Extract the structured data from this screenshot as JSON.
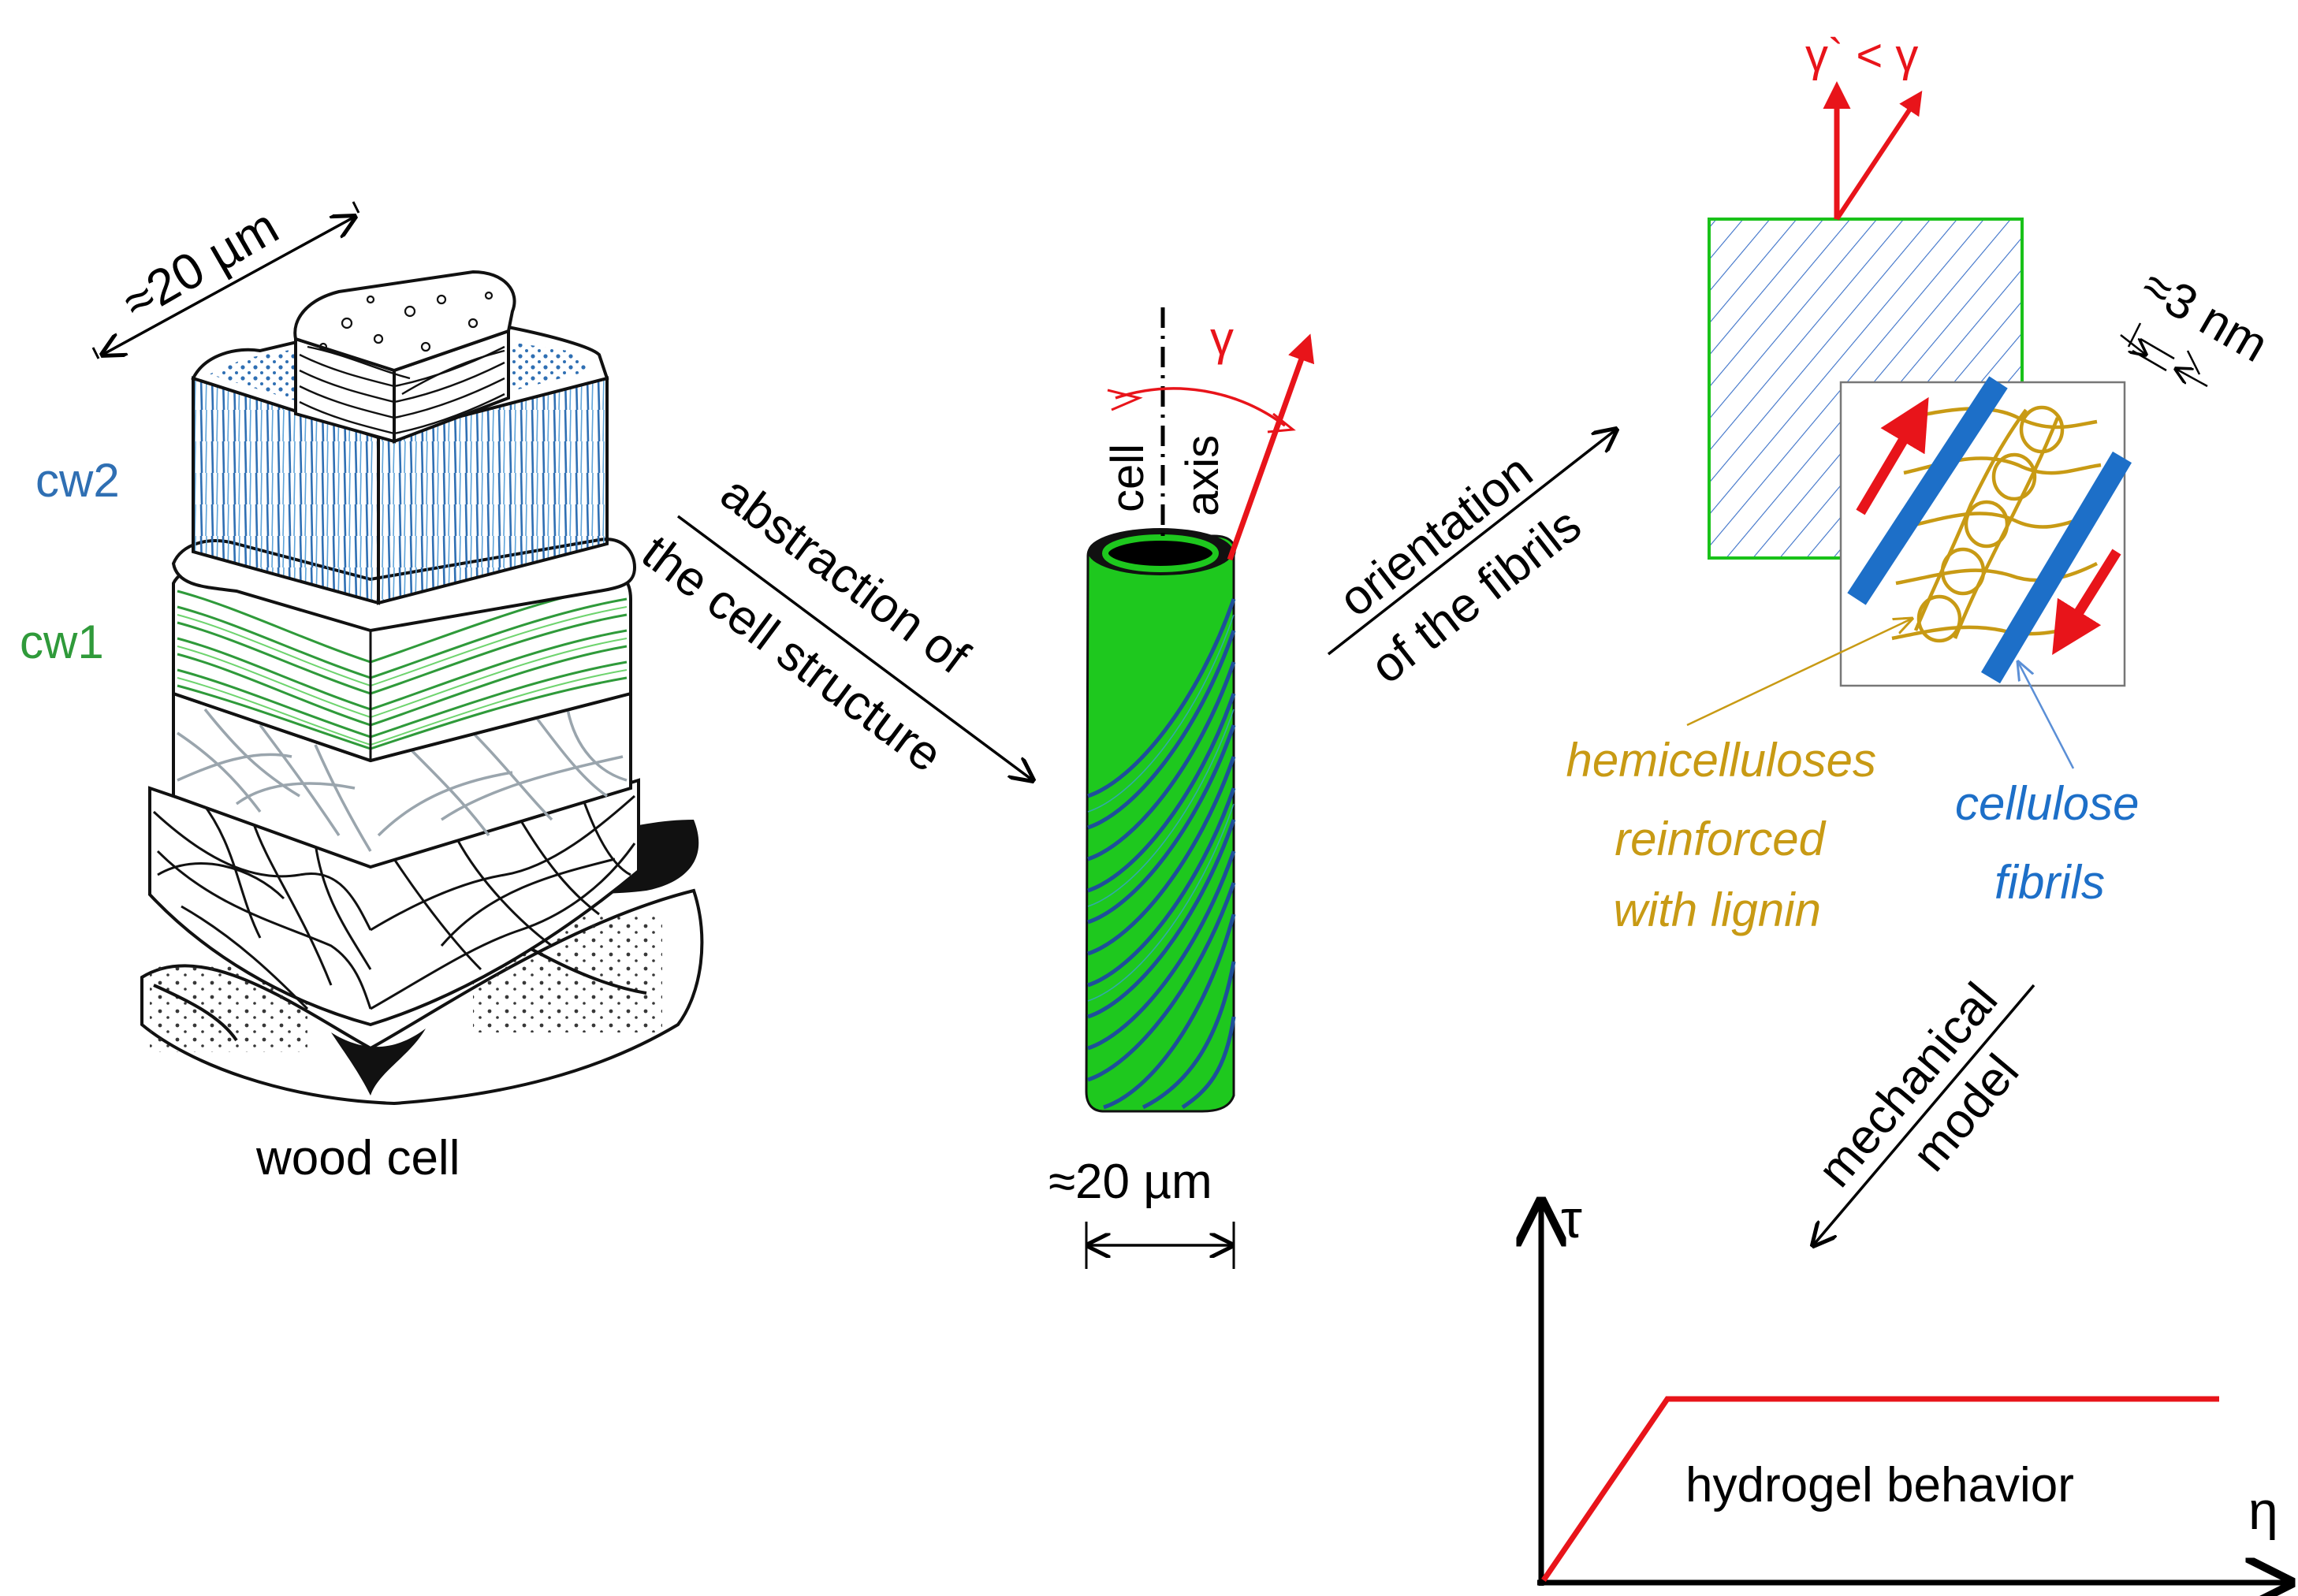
{
  "labels": {
    "wood_cell_size": "≈20 µm",
    "cw2": "cw2",
    "cw1": "cw1",
    "wood_cell": "wood cell",
    "abstraction_line1": "abstraction of",
    "abstraction_line2": "the cell structure",
    "cell_axis_line1": "cell",
    "cell_axis_line2": "axis",
    "gamma": "γ",
    "cylinder_size": "≈20 µm",
    "orientation_line1": "orientation",
    "orientation_line2": "of the fibrils",
    "gamma_compare": "γ` < γ",
    "fibril_spacing": "≈3 nm",
    "hemicelluloses_line1": "hemicelluloses",
    "hemicelluloses_line2": "reinforced",
    "hemicelluloses_line3": "with lignin",
    "cellulose_line1": "cellulose",
    "cellulose_line2": "fibrils",
    "mechanical_line1": "mechanical",
    "mechanical_line2": "model",
    "tau": "τ",
    "eta": "η",
    "hydrogel": "hydrogel behavior"
  },
  "colors": {
    "cw2_blue": "#2f6fb3",
    "cw1_green": "#2f9a3a",
    "cylinder_green": "#1ec81e",
    "helix_blue": "#1e4f9a",
    "arrow_red": "#e8141a",
    "hatch_blue": "#3a70c8",
    "square_green": "#19c219",
    "fibril_blue": "#1d6fc8",
    "hemi_gold": "#c89a14"
  }
}
